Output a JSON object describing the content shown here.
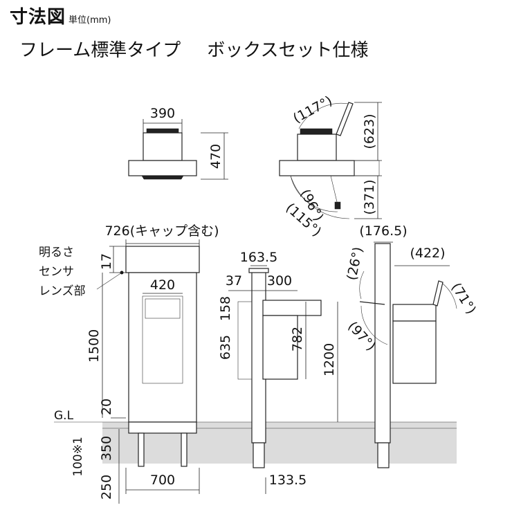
{
  "header": {
    "title": "寸法図",
    "unit": "単位(mm)",
    "type_frame": "フレーム標準タイプ",
    "type_box": "ボックスセット仕様"
  },
  "top_views": {
    "width": "390",
    "height": "470",
    "lid_open_angle": "(117°)",
    "lid_height": "(623)",
    "lower_angle_a": "(96°)",
    "lower_angle_b": "(115°)",
    "lower_height": "(371)"
  },
  "front_view": {
    "total_width": "726(キャップ含む)",
    "cap_height": "17",
    "sensor_label": [
      "明るさ",
      "センサ",
      "レンズ部"
    ],
    "door_width": "420",
    "body_height": "1500",
    "ground_label": "G.L",
    "ground_gap": "20",
    "footing_depth": "350",
    "footing_note": "100※1",
    "footing_bottom": "250",
    "base_width": "700"
  },
  "side_view": {
    "post_width": "163.5",
    "offset": "37",
    "depth": "300",
    "top_section": "158",
    "lower_section": "635",
    "box_height": "782",
    "mount_height": "1200",
    "base_width": "133.5"
  },
  "open_view": {
    "cap_offset": "(176.5)",
    "door_reach": "(422)",
    "top_angle": "(26°)",
    "door_angle": "(71°)",
    "bottom_angle": "(97°)"
  }
}
